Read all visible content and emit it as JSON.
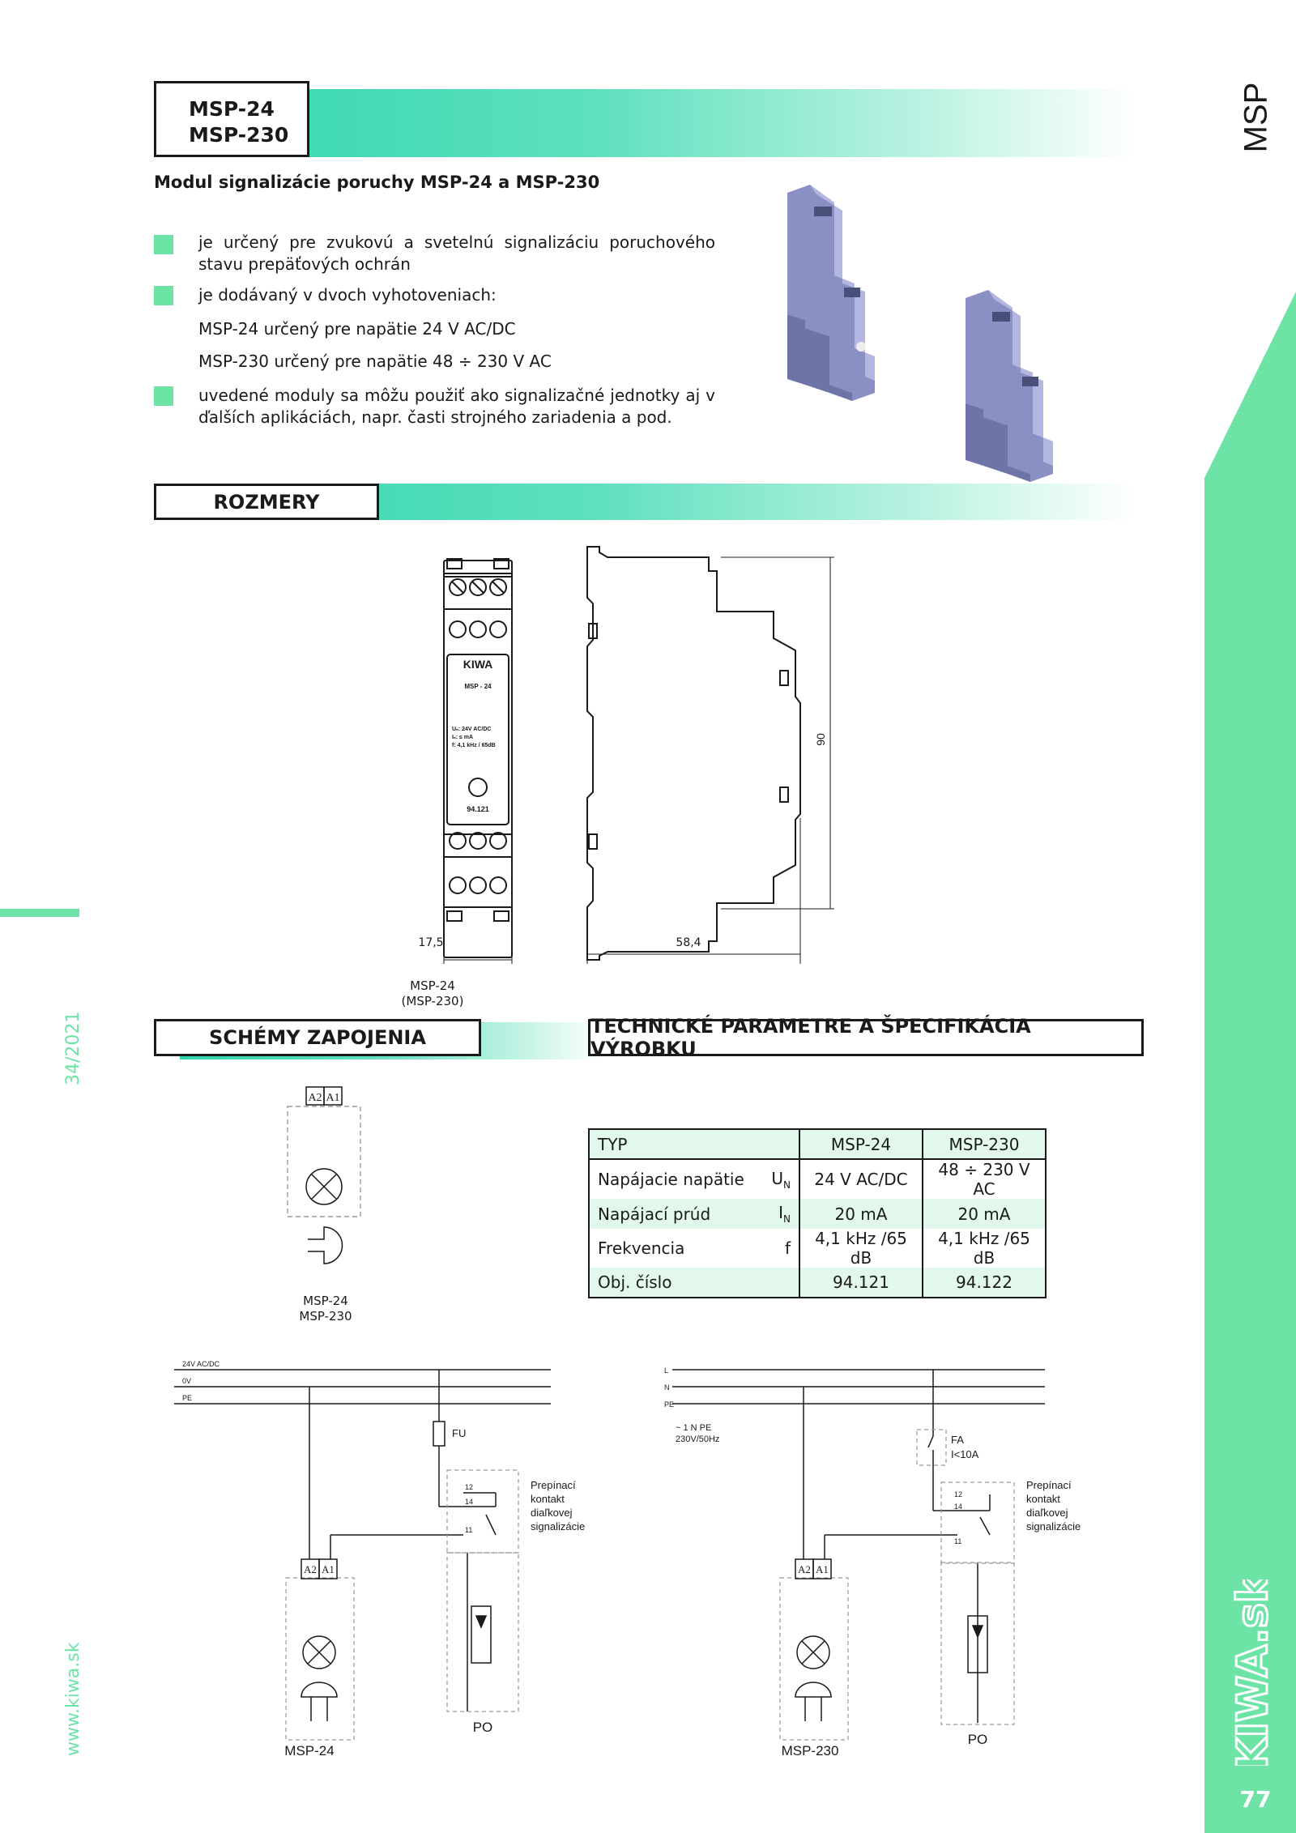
{
  "header": {
    "model_1": "MSP-24",
    "model_2": "MSP-230"
  },
  "side": {
    "tab_label": "MSP",
    "page_number": "77",
    "brand": "KIWA.sk",
    "issue": "34/2021",
    "website": "www.kiwa.sk"
  },
  "intro": {
    "subtitle": "Modul signalizácie poruchy MSP-24 a MSP-230",
    "bullet_1": "je určený pre zvukovú a svetelnú signalizáciu poruchového stavu prepäťových ochrán",
    "bullet_2": "je dodávaný v dvoch  vyhotoveniach:",
    "variant_1": "MSP-24 určený pre napätie 24 V AC/DC",
    "variant_2": "MSP-230  určený pre napätie 48 ÷ 230 V AC",
    "bullet_3": "uvedené moduly sa môžu použiť ako signalizačné jednotky aj v ďalších aplikáciách, napr. časti strojného zariadenia a pod."
  },
  "sections": {
    "dimensions": "ROZMERY",
    "schemes": "SCHÉMY ZAPOJENIA",
    "parameters": "TECHNICKÉ PARAMETRE A ŠPECIFIKÁCIA VÝROBKU"
  },
  "dimensions": {
    "width_label": "17,5",
    "depth_label": "58,4",
    "height_label": "90",
    "caption_1": "MSP-24",
    "caption_2": "(MSP-230)",
    "front": {
      "brand": "KIWA",
      "model": "MSP - 24",
      "spec_1": "Uₙ:   24V AC/DC",
      "spec_2": "Iₙ:     ≤     mA",
      "spec_3": "f:  4,1 kHz / 65dB",
      "code": "94.121"
    }
  },
  "scheme_block": {
    "terminal_a2": "A2",
    "terminal_a1": "A1",
    "caption_1": "MSP-24",
    "caption_2": "MSP-230"
  },
  "table": {
    "head": [
      "TYP",
      "MSP-24",
      "MSP-230"
    ],
    "rows": [
      {
        "name": "Napájacie napätie",
        "sym": "U",
        "sub": "N",
        "v1": "24 V AC/DC",
        "v2": "48 ÷ 230 V AC"
      },
      {
        "name": "Napájací prúd",
        "sym": "I",
        "sub": "N",
        "v1": "20 mA",
        "v2": "20 mA"
      },
      {
        "name": "Frekvencia",
        "sym": "f",
        "sub": "",
        "v1": "4,1 kHz /65 dB",
        "v2": "4,1 kHz /65 dB"
      },
      {
        "name": "Obj. číslo",
        "sym": "",
        "sub": "",
        "v1": "94.121",
        "v2": "94.122"
      }
    ]
  },
  "wiring_left": {
    "line_1": "24V AC/DC",
    "line_2": "0V",
    "line_3": "PE",
    "fuse": "FU",
    "t12": "12",
    "t14": "14",
    "t11": "11",
    "contact_1": "Prepínací",
    "contact_2": "kontakt",
    "contact_3": "diaľkovej",
    "contact_4": "signalizácie",
    "a2": "A2",
    "a1": "A1",
    "device": "MSP-24",
    "po": "PO"
  },
  "wiring_right": {
    "line_1": "L",
    "line_2": "N",
    "line_3": "PE",
    "supply_1": "~ 1 N PE",
    "supply_2": "230V/50Hz",
    "breaker_1": "FA",
    "breaker_2": "I<10A",
    "t12": "12",
    "t14": "14",
    "t11": "11",
    "contact_1": "Prepínací",
    "contact_2": "kontakt",
    "contact_3": "diaľkovej",
    "contact_4": "signalizácie",
    "a2": "A2",
    "a1": "A1",
    "device": "MSP-230",
    "po": "PO"
  }
}
